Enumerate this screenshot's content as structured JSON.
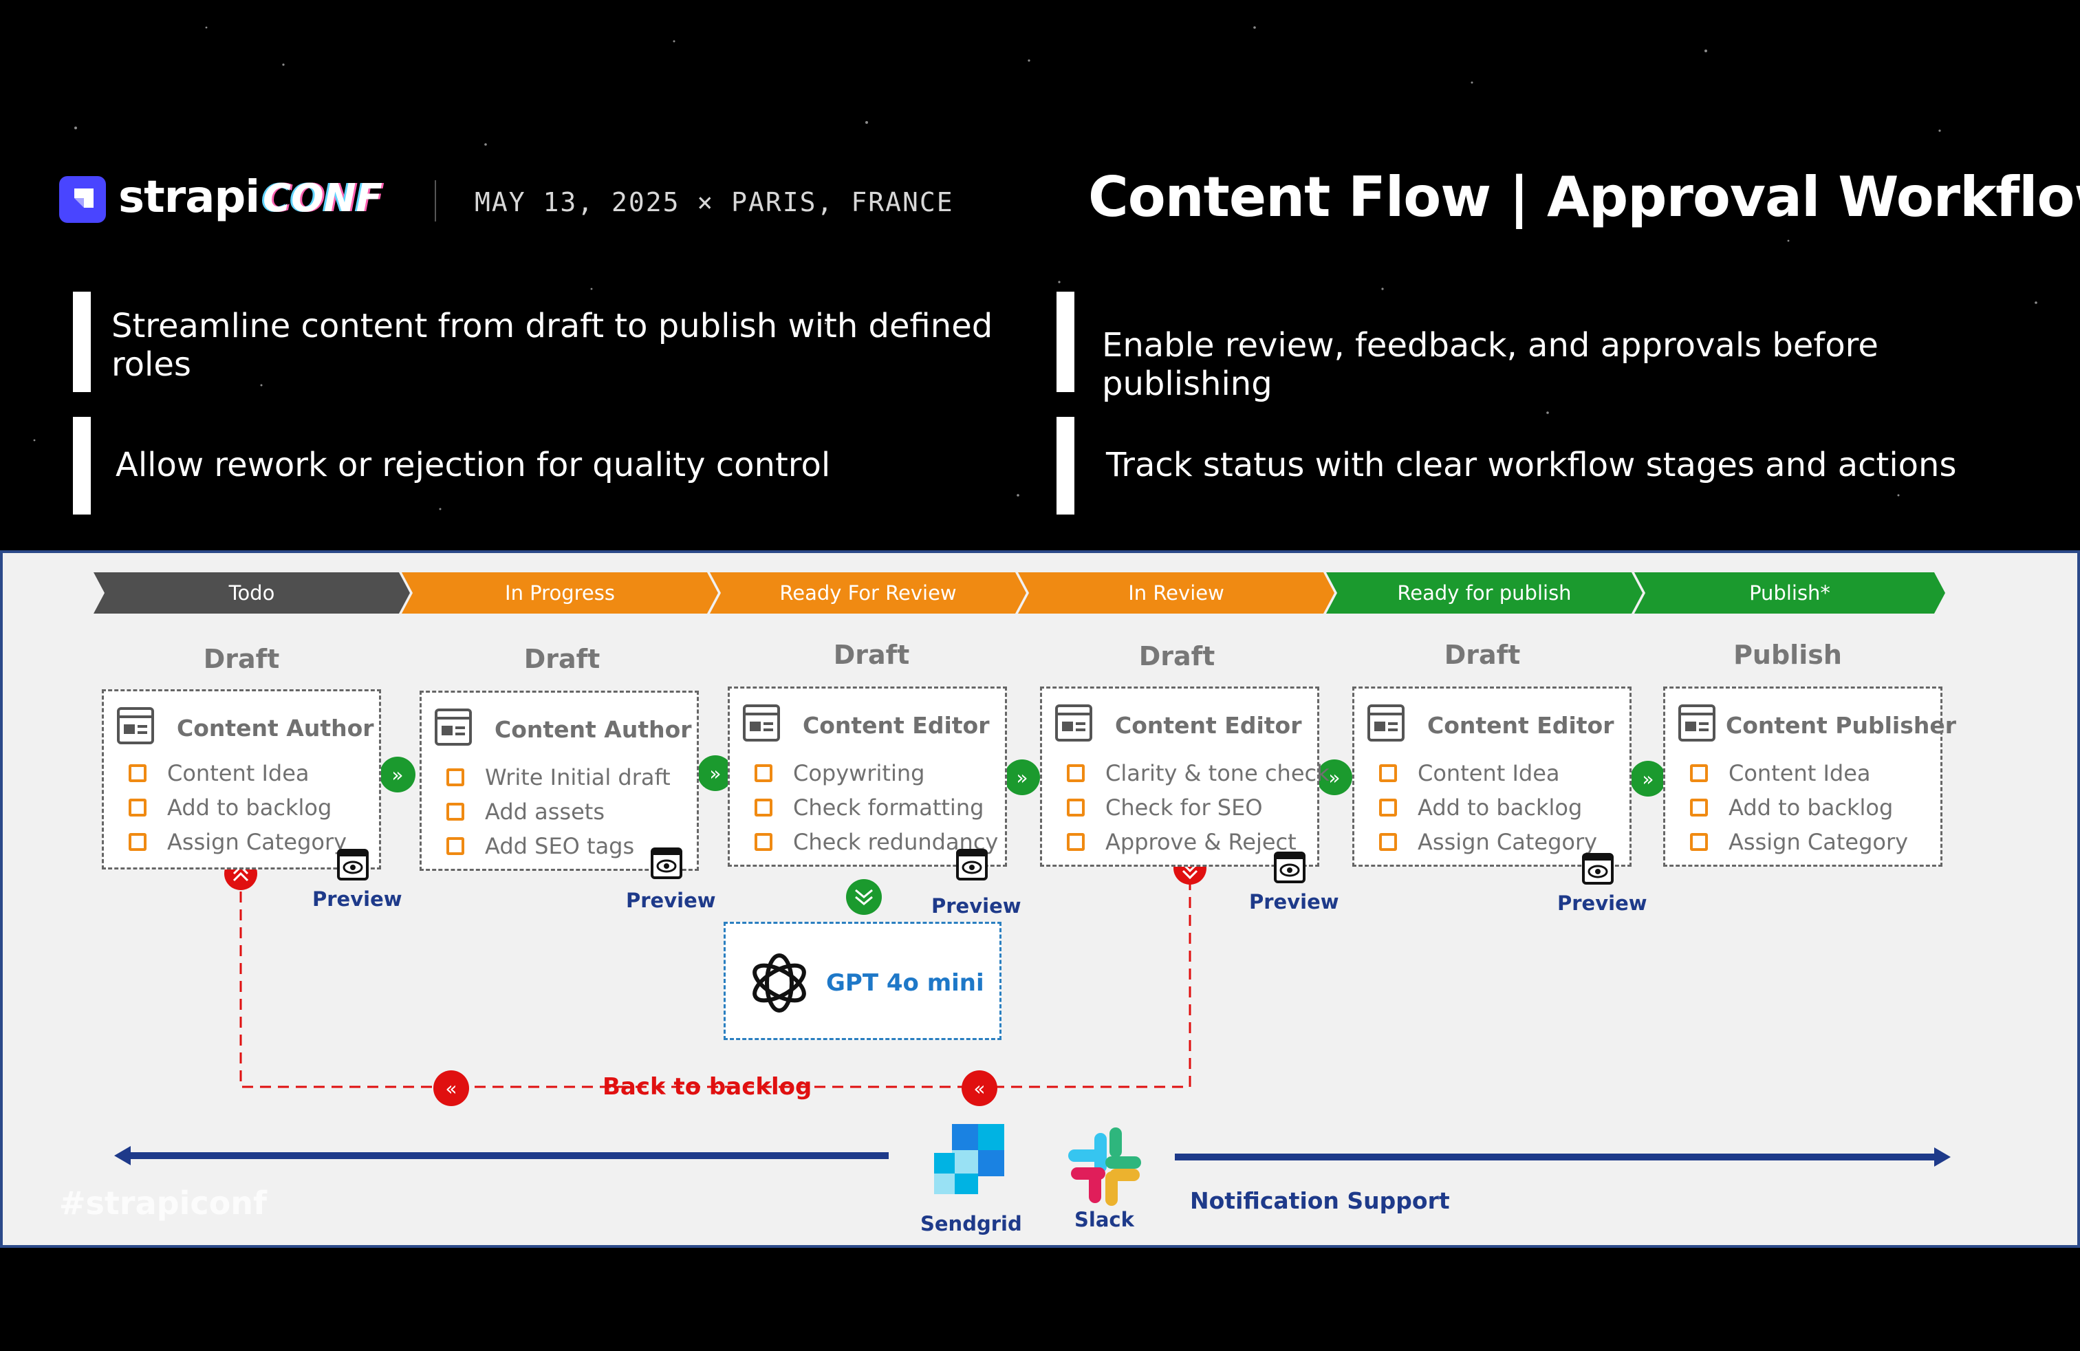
{
  "header": {
    "logo_word": "strapi",
    "logo_conf": "CONF",
    "event_date": "MAY 13, 2025 × PARIS, FRANCE",
    "title": "Content Flow | Approval Workflow"
  },
  "bullets": [
    "Streamline content from draft to publish with defined roles",
    "Enable review, feedback, and approvals before publishing",
    "Allow rework or rejection for quality control",
    "Track status with clear workflow stages and actions"
  ],
  "stages": [
    {
      "label": "Todo",
      "color": "#4f4f4f"
    },
    {
      "label": "In Progress",
      "color": "#f08a12"
    },
    {
      "label": "Ready For Review",
      "color": "#f08a12"
    },
    {
      "label": "In Review",
      "color": "#f08a12"
    },
    {
      "label": "Ready for publish",
      "color": "#1b9a2e"
    },
    {
      "label": "Publish*",
      "color": "#1b9a2e"
    }
  ],
  "columns": [
    {
      "status": "Draft",
      "role": "Content Author",
      "tasks": [
        "Content Idea",
        "Add to backlog",
        "Assign Category"
      ],
      "preview": "Preview"
    },
    {
      "status": "Draft",
      "role": "Content Author",
      "tasks": [
        "Write Initial draft",
        "Add assets",
        "Add SEO tags"
      ],
      "preview": "Preview"
    },
    {
      "status": "Draft",
      "role": "Content Editor",
      "tasks": [
        "Copywriting",
        "Check formatting",
        "Check redundancy"
      ],
      "preview": "Preview"
    },
    {
      "status": "Draft",
      "role": "Content Editor",
      "tasks": [
        "Clarity & tone check",
        "Check for SEO",
        "Approve & Reject"
      ],
      "preview": "Preview"
    },
    {
      "status": "Draft",
      "role": "Content Editor",
      "tasks": [
        "Content Idea",
        "Add to backlog",
        "Assign Category"
      ],
      "preview": "Preview"
    },
    {
      "status": "Publish",
      "role": "Content Publisher",
      "tasks": [
        "Content Idea",
        "Add to backlog",
        "Assign Category"
      ],
      "preview": ""
    }
  ],
  "ai": {
    "label": "GPT 4o mini"
  },
  "back_to_backlog": "Back to backlog",
  "notifications": {
    "sendgrid": "Sendgrid",
    "slack": "Slack",
    "label": "Notification Support"
  },
  "hashtag": "#strapiconf",
  "colors": {
    "accent_orange": "#f08a12",
    "accent_green": "#1b9a2e",
    "reject_red": "#e01010",
    "navy": "#1e3a8a",
    "brand": "#4945ff"
  }
}
